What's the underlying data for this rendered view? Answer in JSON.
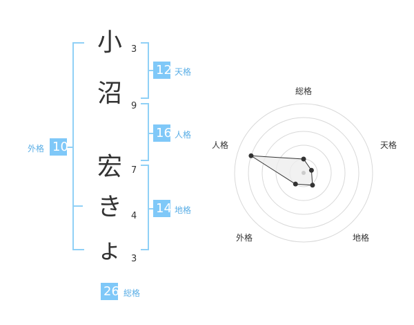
{
  "characters": [
    {
      "char": "小",
      "strokes": "3"
    },
    {
      "char": "沼",
      "strokes": "9"
    },
    {
      "char": "宏",
      "strokes": "7"
    },
    {
      "char": "き",
      "strokes": "4"
    },
    {
      "char": "ょ",
      "strokes": "3"
    }
  ],
  "kaku": {
    "tenkaku": {
      "value": "12",
      "label": "天格"
    },
    "jinkaku": {
      "value": "16",
      "label": "人格"
    },
    "chikaku": {
      "value": "14",
      "label": "地格"
    },
    "gaikaku": {
      "value": "10",
      "label": "外格"
    },
    "soukaku": {
      "value": "26",
      "label": "総格"
    }
  },
  "radar": {
    "axes": [
      "総格",
      "天格",
      "地格",
      "外格",
      "人格"
    ],
    "levels": 5,
    "values": [
      0.2,
      0.12,
      0.22,
      0.2,
      0.8
    ],
    "colors": {
      "fill": "#eeeeee",
      "stroke": "#333333",
      "ring": "#d8d8d8",
      "center": "#cccccc"
    }
  },
  "colors": {
    "accent": "#7fc8f8",
    "bracket": "#8fd0f6"
  }
}
